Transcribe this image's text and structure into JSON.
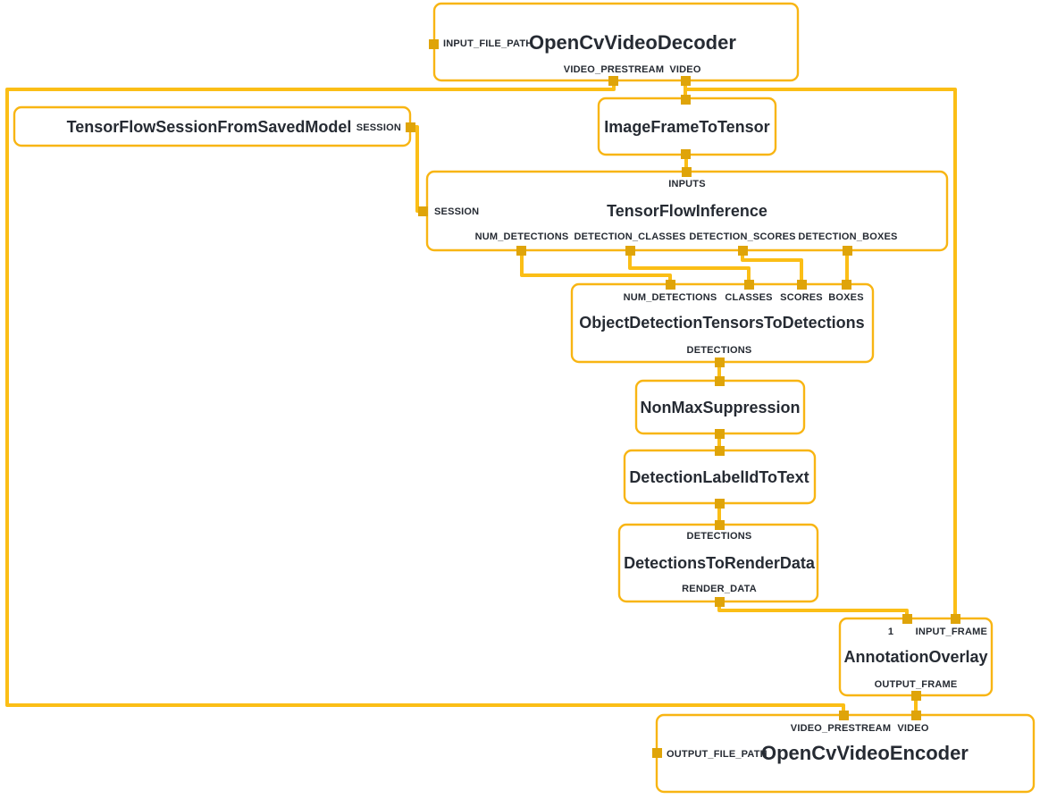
{
  "diagram": {
    "type": "dataflow-graph",
    "colors": {
      "background": "#FFFFFF",
      "edge": "#FBBE16",
      "node_border": "#F8B513",
      "port": "#DFA409",
      "text": "#262B33"
    },
    "nodes": {
      "decoder": {
        "title": "OpenCvVideoDecoder",
        "ports": {
          "input_file_path": "INPUT_FILE_PATH",
          "video_prestream": "VIDEO_PRESTREAM",
          "video": "VIDEO"
        }
      },
      "session_model": {
        "title": "TensorFlowSessionFromSavedModel",
        "ports": {
          "session": "SESSION"
        }
      },
      "image_to_tensor": {
        "title": "ImageFrameToTensor",
        "ports": {}
      },
      "inference": {
        "title": "TensorFlowInference",
        "ports": {
          "inputs": "INPUTS",
          "session": "SESSION",
          "num_detections": "NUM_DETECTIONS",
          "detection_classes": "DETECTION_CLASSES",
          "detection_scores": "DETECTION_SCORES",
          "detection_boxes": "DETECTION_BOXES"
        }
      },
      "tensors_to_detections": {
        "title": "ObjectDetectionTensorsToDetections",
        "ports": {
          "num_detections": "NUM_DETECTIONS",
          "classes": "CLASSES",
          "scores": "SCORES",
          "boxes": "BOXES",
          "detections": "DETECTIONS"
        }
      },
      "non_max_suppression": {
        "title": "NonMaxSuppression",
        "ports": {}
      },
      "label_id_to_text": {
        "title": "DetectionLabelIdToText",
        "ports": {}
      },
      "to_render_data": {
        "title": "DetectionsToRenderData",
        "ports": {
          "detections": "DETECTIONS",
          "render_data": "RENDER_DATA"
        }
      },
      "annotation_overlay": {
        "title": "AnnotationOverlay",
        "ports": {
          "render_data": "1",
          "input_frame": "INPUT_FRAME",
          "output_frame": "OUTPUT_FRAME"
        }
      },
      "encoder": {
        "title": "OpenCvVideoEncoder",
        "ports": {
          "video_prestream": "VIDEO_PRESTREAM",
          "video": "VIDEO",
          "output_file_path": "OUTPUT_FILE_PATH"
        }
      }
    },
    "edges": [
      {
        "from": "OpenCvVideoDecoder.VIDEO_PRESTREAM",
        "to": "OpenCvVideoEncoder.VIDEO_PRESTREAM"
      },
      {
        "from": "OpenCvVideoDecoder.VIDEO",
        "to": "ImageFrameToTensor"
      },
      {
        "from": "OpenCvVideoDecoder.VIDEO",
        "to": "AnnotationOverlay.INPUT_FRAME"
      },
      {
        "from": "TensorFlowSessionFromSavedModel.SESSION",
        "to": "TensorFlowInference.SESSION"
      },
      {
        "from": "ImageFrameToTensor",
        "to": "TensorFlowInference.INPUTS"
      },
      {
        "from": "TensorFlowInference.NUM_DETECTIONS",
        "to": "ObjectDetectionTensorsToDetections.NUM_DETECTIONS"
      },
      {
        "from": "TensorFlowInference.DETECTION_CLASSES",
        "to": "ObjectDetectionTensorsToDetections.CLASSES"
      },
      {
        "from": "TensorFlowInference.DETECTION_SCORES",
        "to": "ObjectDetectionTensorsToDetections.SCORES"
      },
      {
        "from": "TensorFlowInference.DETECTION_BOXES",
        "to": "ObjectDetectionTensorsToDetections.BOXES"
      },
      {
        "from": "ObjectDetectionTensorsToDetections.DETECTIONS",
        "to": "NonMaxSuppression"
      },
      {
        "from": "NonMaxSuppression",
        "to": "DetectionLabelIdToText"
      },
      {
        "from": "DetectionLabelIdToText",
        "to": "DetectionsToRenderData.DETECTIONS"
      },
      {
        "from": "DetectionsToRenderData.RENDER_DATA",
        "to": "AnnotationOverlay.1"
      },
      {
        "from": "AnnotationOverlay.OUTPUT_FRAME",
        "to": "OpenCvVideoEncoder.VIDEO"
      }
    ]
  }
}
